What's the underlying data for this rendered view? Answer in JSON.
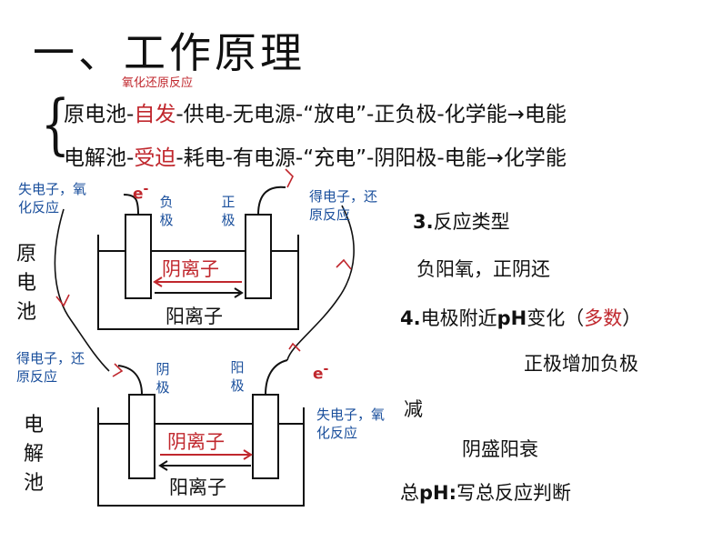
{
  "title": "一、工作原理",
  "annotation": "氧化还原反应",
  "lines": {
    "l1": {
      "a": "原电池-",
      "b": "自发",
      "c": "-供电-无电源-“放电”-正负极-化学能→电能"
    },
    "l2": {
      "a": "电解池-",
      "b": "受迫",
      "c": "-耗电-有电源-“充电”-阴阳极-电能→化学能"
    }
  },
  "top_cell": {
    "side_label": "原电池",
    "left_note": "失电子，氧化反应",
    "right_note": "得电子，还原反应",
    "electron": "e",
    "electron_sup": "-",
    "left_electrode": "负极",
    "right_electrode": "正极",
    "anion": "阴离子",
    "cation": "阳离子"
  },
  "bottom_cell": {
    "side_label": "电解池",
    "left_note": "得电子，还原反应",
    "right_note": "失电子，氧化反应",
    "electron": "e",
    "electron_sup": "-",
    "left_electrode": "阴极",
    "right_electrode": "阳极",
    "anion": "阴离子",
    "cation": "阳离子"
  },
  "right_panel": {
    "item3": "3.反应类型",
    "item3_body": "负阳氧，正阴还",
    "item4_prefix": "4.电极附近pH变化（",
    "item4_red": "多数",
    "item4_suffix": "）",
    "item4_line1": "正极增加负极",
    "item4_line2": "减",
    "item4_line3": "阴盛阳衰",
    "item5": "总pH:写总反应判断"
  },
  "colors": {
    "accent_red": "#c0272d",
    "blue": "#1a4f9c"
  }
}
